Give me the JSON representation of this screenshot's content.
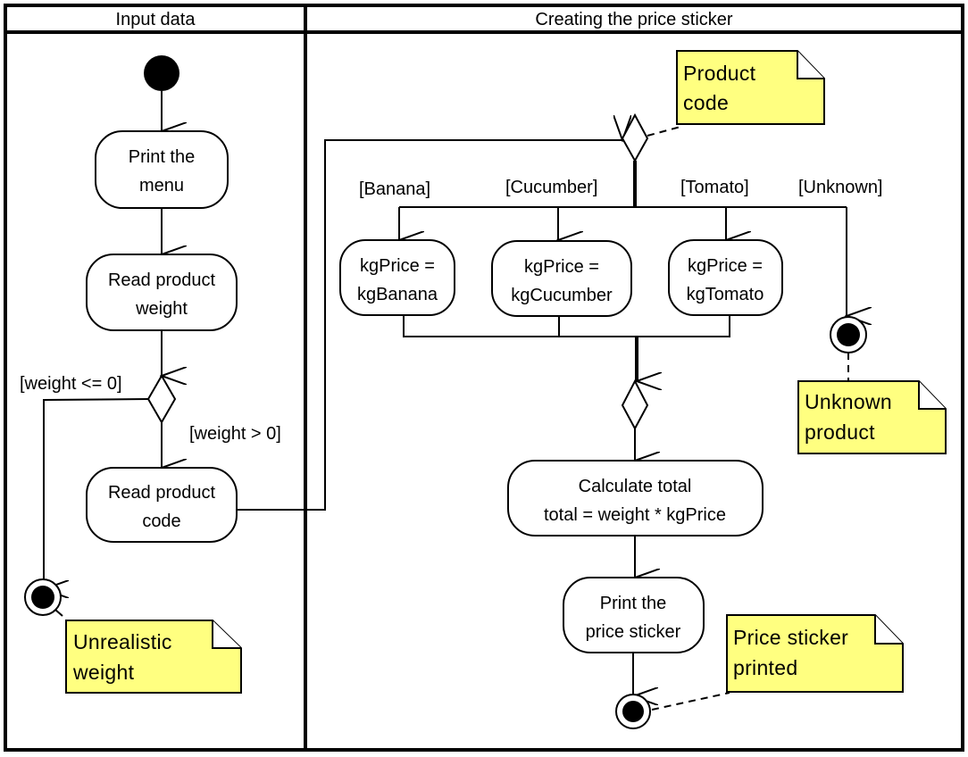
{
  "diagram": {
    "type": "uml-activity",
    "note_color": "#ffff80",
    "lanes": [
      {
        "id": "input",
        "title": "Input data"
      },
      {
        "id": "create",
        "title": "Creating the price sticker"
      }
    ],
    "actions": {
      "print_menu": [
        "Print the",
        "menu"
      ],
      "read_weight": [
        "Read product",
        "weight"
      ],
      "read_code": [
        "Read product",
        "code"
      ],
      "kg_banana": [
        "kgPrice =",
        "kgBanana"
      ],
      "kg_cucumber": [
        "kgPrice =",
        "kgCucumber"
      ],
      "kg_tomato": [
        "kgPrice =",
        "kgTomato"
      ],
      "calc_total": [
        "Calculate total",
        "total = weight * kgPrice"
      ],
      "print_sticker": [
        "Print the",
        "price sticker"
      ]
    },
    "guards": {
      "weight_le_0": "[weight <= 0]",
      "weight_gt_0": "[weight > 0]",
      "banana": "[Banana]",
      "cucumber": "[Cucumber]",
      "tomato": "[Tomato]",
      "unknown": "[Unknown]"
    },
    "notes": {
      "unrealistic_weight": [
        "Unrealistic",
        "weight"
      ],
      "product_code": [
        "Product",
        "code"
      ],
      "unknown_product": [
        "Unknown",
        "product"
      ],
      "sticker_printed": [
        "Price sticker",
        "printed"
      ]
    }
  }
}
